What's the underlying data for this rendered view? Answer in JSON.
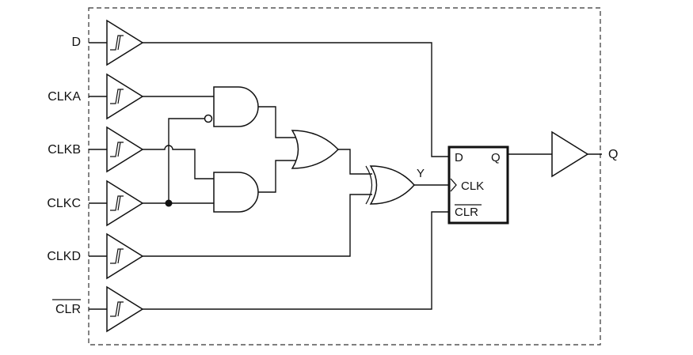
{
  "inputs": {
    "d": "D",
    "clka": "CLKA",
    "clkb": "CLKB",
    "clkc": "CLKC",
    "clkd": "CLKD",
    "clr": "CLR"
  },
  "nodes": {
    "y": "Y"
  },
  "flipflop": {
    "d": "D",
    "q": "Q",
    "clk": "CLK",
    "clr": "CLR"
  },
  "output": {
    "q": "Q"
  }
}
